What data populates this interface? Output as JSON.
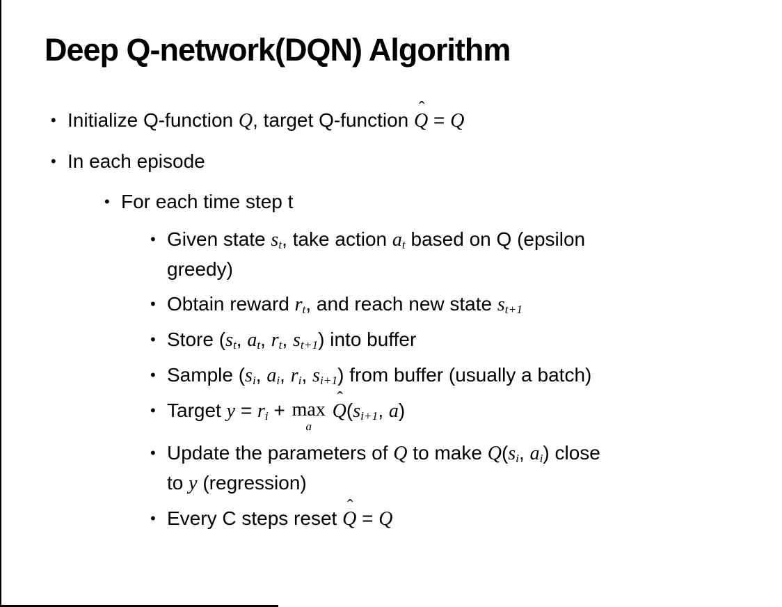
{
  "colors": {
    "background": "#ffffff",
    "text": "#000000",
    "border": "#000000"
  },
  "slide": {
    "title": "Deep Q-network(DQN) Algorithm",
    "bullet_char": "•",
    "bullets": [
      {
        "level": 1,
        "segments": [
          {
            "t": "Initialize Q-function "
          },
          {
            "t": "Q",
            "s": "v"
          },
          {
            "t": ", target Q-function "
          },
          {
            "t": "Q",
            "s": "h",
            "acc": "ˆ"
          },
          {
            "t": " = "
          },
          {
            "t": "Q",
            "s": "v"
          }
        ]
      },
      {
        "level": 1,
        "segments": [
          {
            "t": "In each episode"
          }
        ]
      },
      {
        "level": 2,
        "segments": [
          {
            "t": "For each time step t"
          }
        ]
      },
      {
        "level": 3,
        "segments": [
          {
            "t": "Given state "
          },
          {
            "t": "s",
            "s": "v"
          },
          {
            "t": "t",
            "s": "sub"
          },
          {
            "t": ", take action "
          },
          {
            "t": "a",
            "s": "v"
          },
          {
            "t": "t",
            "s": "sub"
          },
          {
            "t": " based on Q (epsilon"
          },
          {
            "br": true
          },
          {
            "t": "greedy)"
          }
        ]
      },
      {
        "level": 3,
        "segments": [
          {
            "t": "Obtain reward "
          },
          {
            "t": "r",
            "s": "v"
          },
          {
            "t": "t",
            "s": "sub"
          },
          {
            "t": ", and reach new state "
          },
          {
            "t": "s",
            "s": "v"
          },
          {
            "t": "t+1",
            "s": "sub"
          }
        ]
      },
      {
        "level": 3,
        "segments": [
          {
            "t": "Store ("
          },
          {
            "t": "s",
            "s": "v"
          },
          {
            "t": "t",
            "s": "sub"
          },
          {
            "t": ", "
          },
          {
            "t": "a",
            "s": "v"
          },
          {
            "t": "t",
            "s": "sub"
          },
          {
            "t": ", "
          },
          {
            "t": "r",
            "s": "v"
          },
          {
            "t": "t",
            "s": "sub"
          },
          {
            "t": ", "
          },
          {
            "t": "s",
            "s": "v"
          },
          {
            "t": "t+1",
            "s": "sub"
          },
          {
            "t": ") into buffer"
          }
        ]
      },
      {
        "level": 3,
        "segments": [
          {
            "t": "Sample ("
          },
          {
            "t": "s",
            "s": "v"
          },
          {
            "t": "i",
            "s": "sub"
          },
          {
            "t": ", "
          },
          {
            "t": "a",
            "s": "v"
          },
          {
            "t": "i",
            "s": "sub"
          },
          {
            "t": ", "
          },
          {
            "t": "r",
            "s": "v"
          },
          {
            "t": "i",
            "s": "sub"
          },
          {
            "t": ", "
          },
          {
            "t": "s",
            "s": "v"
          },
          {
            "t": "i+1",
            "s": "sub"
          },
          {
            "t": ") from buffer (usually a batch)"
          }
        ]
      },
      {
        "level": 3,
        "segments": [
          {
            "t": "Target "
          },
          {
            "t": "y",
            "s": "v"
          },
          {
            "t": " = "
          },
          {
            "t": "r",
            "s": "v"
          },
          {
            "t": "i",
            "s": "sub"
          },
          {
            "t": " + "
          },
          {
            "t": "max",
            "s": "max",
            "u": "a"
          },
          {
            "t": " "
          },
          {
            "t": "Q",
            "s": "h",
            "acc": "ˆ"
          },
          {
            "t": "("
          },
          {
            "t": "s",
            "s": "v"
          },
          {
            "t": "i+1",
            "s": "sub"
          },
          {
            "t": ", "
          },
          {
            "t": "a",
            "s": "v"
          },
          {
            "t": ")"
          }
        ]
      },
      {
        "level": 3,
        "segments": [
          {
            "t": "Update the parameters of "
          },
          {
            "t": "Q",
            "s": "v"
          },
          {
            "t": " to make "
          },
          {
            "t": "Q",
            "s": "v"
          },
          {
            "t": "("
          },
          {
            "t": "s",
            "s": "v"
          },
          {
            "t": "i",
            "s": "sub"
          },
          {
            "t": ", "
          },
          {
            "t": "a",
            "s": "v"
          },
          {
            "t": "i",
            "s": "sub"
          },
          {
            "t": ") close"
          },
          {
            "br": true
          },
          {
            "t": "to "
          },
          {
            "t": "y",
            "s": "v"
          },
          {
            "t": " (regression)"
          }
        ]
      },
      {
        "level": 3,
        "segments": [
          {
            "t": "Every C steps reset "
          },
          {
            "t": "Q",
            "s": "h",
            "acc": "ˆ"
          },
          {
            "t": " = "
          },
          {
            "t": "Q",
            "s": "v"
          }
        ]
      }
    ]
  }
}
